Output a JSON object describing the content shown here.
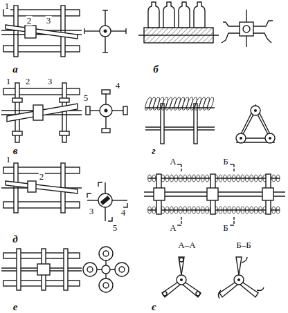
{
  "diagram": {
    "labels": [
      "1",
      "2",
      "3",
      "а",
      "б",
      "1",
      "2",
      "3",
      "4",
      "5",
      "в",
      "г",
      "1",
      "2",
      "3",
      "4",
      "5",
      "д",
      "е",
      "А",
      "Б",
      "А",
      "Б",
      "А–А",
      "Б–Б",
      "є"
    ]
  }
}
